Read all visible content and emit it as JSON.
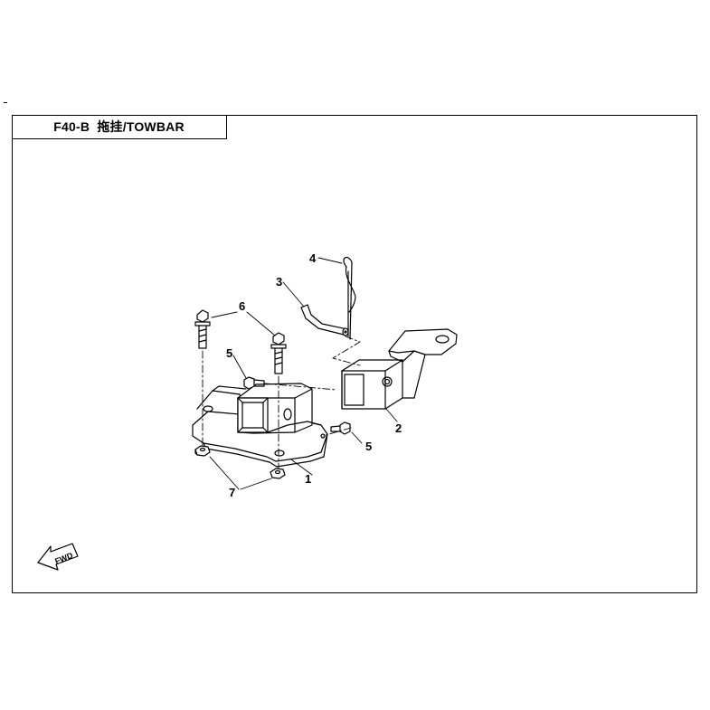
{
  "title": {
    "code": "F40-B",
    "name": "拖挂/TOWBAR"
  },
  "callouts": [
    {
      "number": "1",
      "part": "mounting-bracket"
    },
    {
      "number": "2",
      "part": "towbar"
    },
    {
      "number": "3",
      "part": "hitch-pin"
    },
    {
      "number": "4",
      "part": "r-clip"
    },
    {
      "number": "5",
      "part": "bolt"
    },
    {
      "number": "5",
      "part": "bolt"
    },
    {
      "number": "6",
      "part": "flange-bolt"
    },
    {
      "number": "7",
      "part": "flange-nut"
    }
  ],
  "direction_marker": "FWD",
  "colors": {
    "line": "#000000",
    "background": "#ffffff"
  }
}
